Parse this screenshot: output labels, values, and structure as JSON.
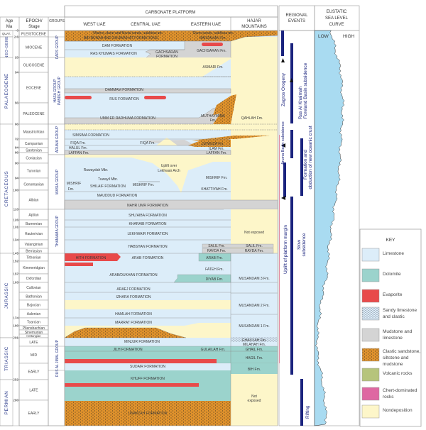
{
  "header": {
    "carbonate_platform": "CARBONATE PLATFORM",
    "age_line1": "Age",
    "age_line2": "Ma",
    "epoch_line1": "EPOCH/",
    "epoch_line2": "Stage",
    "groups": "GROUPS",
    "west": "WEST UAE",
    "central": "CENTRAL UAE",
    "eastern": "EASTERN UAE",
    "hajar_line1": "HAJAR",
    "hajar_line2": "MOUNTAINS",
    "events_line1": "REGIONAL",
    "events_line2": "EVENTS",
    "eustatic_line1": "EUSTATIC",
    "eustatic_line2": "SEA LEVEL",
    "eustatic_line3": "CURVE"
  },
  "ages": [
    "0",
    "2.6",
    "23",
    "34",
    "56",
    "66",
    "72",
    "84",
    "86",
    "90",
    "94",
    "100",
    "113",
    "126",
    "131",
    "134",
    "145",
    "152",
    "157",
    "163",
    "174",
    "180",
    "201",
    "252",
    "290"
  ],
  "periods": [
    "QUAT.",
    "NEO-GENE",
    "PALAEOGENE",
    "CRETACEOUS",
    "JURASSIC",
    "TRIASSIC",
    "PERMIAN"
  ],
  "stages": [
    "PLEISTOCENE",
    "MIOCENE",
    "OLIGOCENE",
    "EOCENE",
    "PALEOCENE",
    "Maastrichtian",
    "Campanian",
    "Santonian",
    "Coniacian",
    "Turonian",
    "Cenomanian",
    "Albian",
    "Aptian",
    "Barremian",
    "Hauterivian",
    "Valanginian",
    "Berriasian",
    "Tithonian",
    "Kimmeridgian",
    "Oxfordian",
    "Callovian",
    "Bathonian",
    "Bajocian",
    "Aalenian",
    "Toarcian",
    "Pliensbachian",
    "Sinemurian",
    "Hettangian",
    "LATE",
    "MID",
    "EARLY",
    "LATE",
    "EARLY"
  ],
  "groups": [
    "FARS GROUP",
    "HASA GROUP",
    "PABDEH GROUP",
    "ARUMA GROUP",
    "WASIA GROUP",
    "THAMAMA GROUP",
    "RUS AL JIBAL GROUP"
  ],
  "formations": {
    "marine_sands": "Marine, dune and fluvial sands, sabkhas etc",
    "baynunah": "BAYNUNAH AND SHUWAIHAT FORMATIONS",
    "dune_sands": "Dune sands, sabkhas etc",
    "barzaman": "BARZAMAN Fm.",
    "dam": "DAM FORMATION",
    "gachsaran_fm": "GACHSARAN Fm.",
    "ras_khumais": "RAS KHUMAIS FORMATION",
    "gachsaran_1": "GACHSARAN",
    "gachsaran_2": "FORMATION",
    "asmari": "ASMARI Fm.",
    "dammam": "DAMMAM FORMATION",
    "rus": "RUS FORMATION",
    "umm_er_radhuma": "UMM ER RADHUMA FORMATION",
    "muthaymima_1": "MUTHAYMIMA",
    "muthaymima_2": "Fm.",
    "qahlah": "QAHLAH Fm.",
    "simsima": "SIMSIMA FORMATION",
    "fiqa_west": "FIQA Fm.",
    "fiqa_central": "FIQA Fm.",
    "juweiza": "JUWEIZA Fm.",
    "halul": "HALUL Fm.",
    "ilam": "ILAM Fm.",
    "laffan_west": "LAFFAN Fm.",
    "laffan_east": "LAFFAN Fm.",
    "uplift_1": "Uplift over",
    "uplift_2": "Lekhwair Arch",
    "ruwaydah": "Ruwaydah Mbr.",
    "tuwayil": "Tuwayil Mbr.",
    "mishrif_west_1": "MISHRIF",
    "mishrif_west_2": "Fm.",
    "shilaif": "SHILAIF FORMATION",
    "mishrif_central": "MISHRIF Fm.",
    "mishrif_east": "MISHRIF Fm.",
    "khatiyah": "KHATTIYAH Fm.",
    "mauddud": "MAUDDUD FORMATION",
    "nahr_umr": "NAHR UMR FORMATION",
    "shuaiba": "SHU'AIBA FORMATION",
    "kharaib": "KHARAIB FORMATION",
    "lekhwair": "LEKHWAIR FORMATION",
    "habshan": "HABSHAN FORMATION",
    "salil_east": "SALIL Fm.",
    "rayda_east": "RAYDA Fm.",
    "salil_hajar": "SALIL Fm.",
    "rayda_hajar": "RAYDA Fm.",
    "not_exposed_upper": "Not exposed",
    "hith": "HITH FORMATION",
    "arab": "ARAB FORMATION",
    "arab_east": "ARAB Fm.",
    "fateh": "FATEH Fm.",
    "arab_dukhan": "ARAB/DUKHAN FORMATION",
    "diyab": "DIYAB Fm.",
    "musandam_3": "MUSANDAM 3 Fm.",
    "araej": "ARAEJ FORMATION",
    "izhara": "IZHARA FORMATION",
    "musandam_2": "MUSANDAM 2 Fm.",
    "hamlah": "HAMLAH FORMATION",
    "marrat": "MARRAT FORMATION",
    "musandam_1": "MUSANDAM 1 Fm.",
    "minjur": "MINJUR FORMATION",
    "ghalilah": "GHALILAH Fm.",
    "milahah": "MILAHAH Fm.",
    "jilh": "JILH FORMATION",
    "gulailah": "GULAILAH Fm.",
    "ghail": "GHAIL Fm.",
    "hagil": "HAGIL Fm.",
    "sudair": "SUDAIR FORMATION",
    "bih": "BIH Fm.",
    "khuff": "KHUFF FORMATION",
    "unayzah": "UNAYZAH FORMATION",
    "not_exposed_lower_1": "Not",
    "not_exposed_lower_2": "exposed"
  },
  "events": {
    "zagros": "Zagros Orogeny",
    "ras_al_khaimah_1": "Ras Al Khaimah",
    "ras_al_khaimah_2": "Foreland Basin subsidence",
    "aruma": "Aruma Basin subsidence",
    "oceanic_1": "Formation and",
    "oceanic_2": "obduction of new oceanic crust",
    "uplift": "Uplift of platform margin",
    "slow_1": "Slow",
    "slow_2": "subsidence",
    "rifting": "Rifting"
  },
  "sea_level": {
    "low": "LOW",
    "high": "HIGH"
  },
  "key": {
    "title": "KEY",
    "items": [
      {
        "label1": "Limestone",
        "label2": "",
        "label3": "",
        "color": "#dcedf9"
      },
      {
        "label1": "Dolomite",
        "label2": "",
        "label3": "",
        "color": "#9bd3cc"
      },
      {
        "label1": "Evaporite",
        "label2": "",
        "label3": "",
        "color": "#e84a4a"
      },
      {
        "label1": "Sandy limestone",
        "label2": "and clastic",
        "label3": "",
        "color": "#dcedf9"
      },
      {
        "label1": "Mudstone and",
        "label2": "limestone",
        "label3": "",
        "color": "#d4d4d4"
      },
      {
        "label1": "Clastic sandstone,",
        "label2": "siltstone and",
        "label3": "mudstone",
        "color": "#e0922c"
      },
      {
        "label1": "Volcanic rocks",
        "label2": "",
        "label3": "",
        "color": "#b6c47c"
      },
      {
        "label1": "Chert-dominated",
        "label2": "rocks",
        "label3": "",
        "color": "#de68a2"
      },
      {
        "label1": "Nondeposition",
        "label2": "",
        "label3": "",
        "color": "#fdf6c9"
      }
    ]
  },
  "colors": {
    "limestone": "#dcedf9",
    "dolomite": "#9bd3cc",
    "evaporite": "#e84a4a",
    "mudstone": "#d4d4d4",
    "clastic": "#e0922c",
    "nondeposition": "#fdf6c9",
    "event_bar": "#1a237e",
    "sea": "#a9dbf1"
  }
}
